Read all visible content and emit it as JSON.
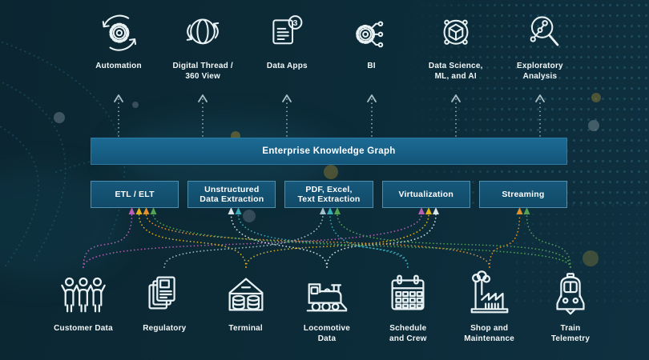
{
  "top_row": {
    "items": [
      {
        "id": "automation",
        "label": "Automation"
      },
      {
        "id": "digital-thread",
        "label": "Digital Thread /\n360 View"
      },
      {
        "id": "data-apps",
        "label": "Data Apps",
        "badge": "3"
      },
      {
        "id": "bi",
        "label": "BI"
      },
      {
        "id": "data-science",
        "label": "Data Science,\nML, and AI"
      },
      {
        "id": "exploratory",
        "label": "Exploratory\nAnalysis"
      }
    ]
  },
  "knowledge_graph_bar": {
    "label": "Enterprise Knowledge Graph"
  },
  "integration_layer": {
    "boxes": [
      {
        "id": "etl-elt",
        "label": "ETL / ELT"
      },
      {
        "id": "unstructured",
        "label": "Unstructured\nData Extraction"
      },
      {
        "id": "pdf-excel",
        "label": "PDF, Excel,\nText Extraction"
      },
      {
        "id": "virtualization",
        "label": "Virtualization"
      },
      {
        "id": "streaming",
        "label": "Streaming"
      }
    ]
  },
  "bottom_row": {
    "items": [
      {
        "id": "customer-data",
        "label": "Customer Data"
      },
      {
        "id": "regulatory",
        "label": "Regulatory"
      },
      {
        "id": "terminal",
        "label": "Terminal"
      },
      {
        "id": "locomotive-data",
        "label": "Locomotive\nData"
      },
      {
        "id": "schedule-crew",
        "label": "Schedule\nand Crew"
      },
      {
        "id": "shop-maintenance",
        "label": "Shop and\nMaintenance"
      },
      {
        "id": "train-telemetry",
        "label": "Train\nTelemetry"
      }
    ]
  },
  "connections": [
    {
      "from": "customer-data",
      "to": "etl-elt",
      "color": "#bb5fb2"
    },
    {
      "from": "customer-data",
      "to": "virtualization",
      "color": "#bb5fb2"
    },
    {
      "from": "regulatory",
      "to": "pdf-excel",
      "color": "#a3c2cd"
    },
    {
      "from": "terminal",
      "to": "etl-elt",
      "color": "#e3b31c"
    },
    {
      "from": "terminal",
      "to": "virtualization",
      "color": "#e3b31c"
    },
    {
      "from": "locomotive-data",
      "to": "unstructured",
      "color": "#d9e6ea"
    },
    {
      "from": "locomotive-data",
      "to": "virtualization",
      "color": "#d9e6ea"
    },
    {
      "from": "schedule-crew",
      "to": "unstructured",
      "color": "#3aacb8"
    },
    {
      "from": "schedule-crew",
      "to": "pdf-excel",
      "color": "#3aacb8"
    },
    {
      "from": "shop-maintenance",
      "to": "etl-elt",
      "color": "#e0922f"
    },
    {
      "from": "shop-maintenance",
      "to": "streaming",
      "color": "#e0922f"
    },
    {
      "from": "train-telemetry",
      "to": "etl-elt",
      "color": "#54a354"
    },
    {
      "from": "train-telemetry",
      "to": "pdf-excel",
      "color": "#54a354"
    },
    {
      "from": "train-telemetry",
      "to": "streaming",
      "color": "#54a354"
    }
  ],
  "colors": {
    "background": "#0c2a37",
    "bar_fill": "#18608a",
    "box_fill": "#134f6f",
    "box_border": "#4e8fae",
    "icon_stroke": "#e8f1f3",
    "up_arrow": "#a9bfc8"
  }
}
